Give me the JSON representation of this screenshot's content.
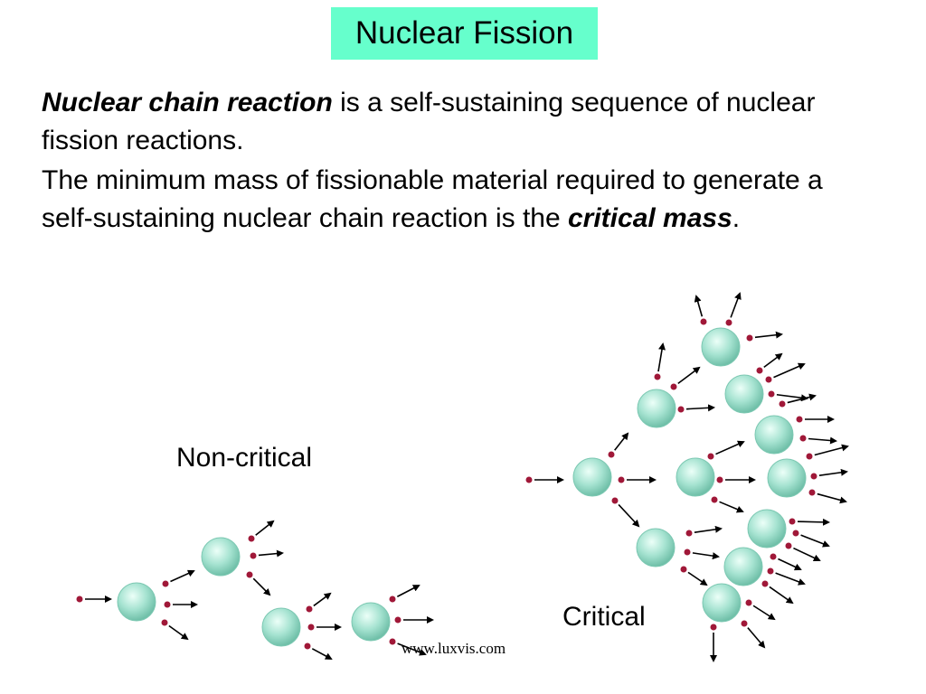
{
  "title": "Nuclear Fission",
  "paragraph1": {
    "term": "Nuclear chain reaction",
    "text": " is a self-sustaining sequence of nuclear fission reactions."
  },
  "paragraph2": {
    "text": "The minimum mass of fissionable material required to generate a self-sustaining nuclear chain reaction is the ",
    "term": "critical mass",
    "end": "."
  },
  "diagram": {
    "noncritical_label": "Non-critical",
    "critical_label": "Critical",
    "colors": {
      "nucleus": "#9fe0cc",
      "nucleus_edge": "#7cc8b2",
      "neutron": "#a01838",
      "arrow": "#000000"
    }
  },
  "credit": "www.luxvis.com"
}
